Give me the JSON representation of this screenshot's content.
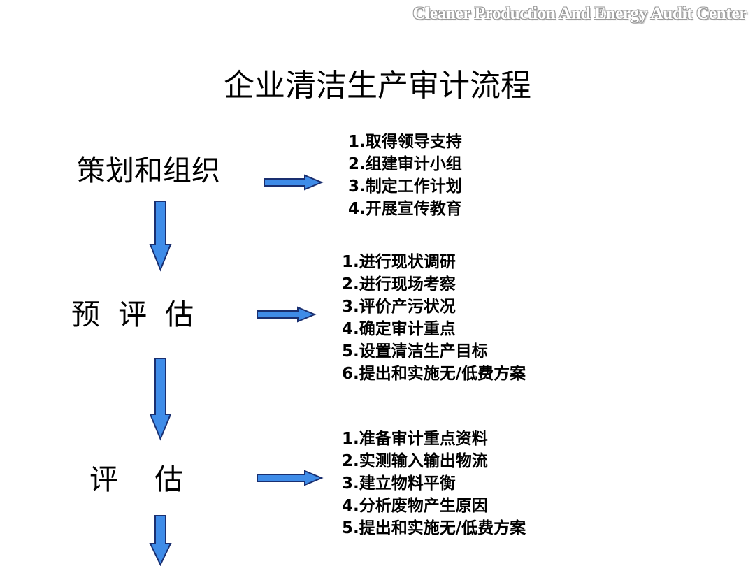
{
  "header": {
    "org_name": "Cleaner Production And Energy Audit Center"
  },
  "title": "企业清洁生产审计流程",
  "colors": {
    "arrow_fill": "#3f8ce8",
    "arrow_stroke": "#1a2f70",
    "background": "#ffffff"
  },
  "stages": [
    {
      "label": "策划和组织",
      "steps": [
        "1.取得领导支持",
        "2.组建审计小组",
        "3.制定工作计划",
        "4.开展宣传教育"
      ]
    },
    {
      "label": "预  评  估",
      "steps": [
        "1.进行现状调研",
        "2.进行现场考察",
        "3.评价产污状况",
        "4.确定审计重点",
        "5.设置清洁生产目标",
        "6.提出和实施无/低费方案"
      ]
    },
    {
      "label": "评    估",
      "steps": [
        "1.准备审计重点资料",
        "2.实测输入输出物流",
        "3.建立物料平衡",
        "4.分析废物产生原因",
        "5.提出和实施无/低费方案"
      ]
    }
  ]
}
